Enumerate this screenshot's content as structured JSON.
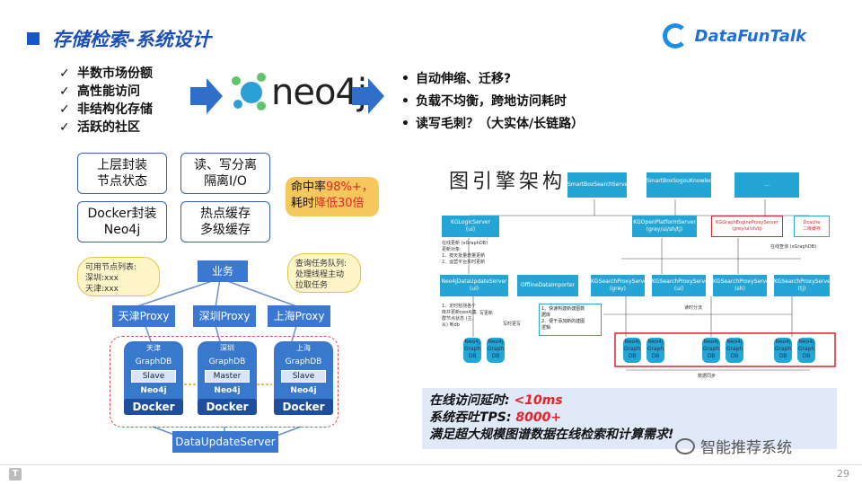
{
  "header": {
    "title": "存储检索-系统设计",
    "brand": "DataFunTalk"
  },
  "neo4j_reasons": [
    "半数市场份额",
    "高性能访问",
    "非结构化存储",
    "活跃的社区"
  ],
  "check_mark": "✓",
  "logo_text": "neo4j",
  "concerns": [
    "自动伸缩、迁移?",
    "负载不均衡，跨地访问耗时",
    "读写毛刺？（大实体/长链路）"
  ],
  "bullet_mark": "•",
  "strategies": [
    {
      "line1": "上层封装",
      "line2": "节点状态"
    },
    {
      "line1": "读、写分离",
      "line2": "隔离I/O"
    },
    {
      "line1": "Docker封装",
      "line2": "Neo4j"
    },
    {
      "line1": "热点缓存",
      "line2": "多级缓存"
    }
  ],
  "callout": {
    "p1": "命中率",
    "v1": "98%+，",
    "p2": "耗时",
    "v2": "降低30倍"
  },
  "architecture": {
    "cloud_left": [
      "可用节点列表:",
      "深圳:xxx",
      "天津:xxx"
    ],
    "cloud_right": [
      "查询任务队列:",
      "处理线程主动",
      "拉取任务"
    ],
    "service": "业务",
    "proxies": [
      "天津Proxy",
      "深圳Proxy",
      "上海Proxy"
    ],
    "nodes": [
      {
        "city": "天津",
        "graph": "GraphDB",
        "role": "Slave",
        "engine": "Neo4j",
        "docker": "Docker"
      },
      {
        "city": "深圳",
        "graph": "GraphDB",
        "role": "Master",
        "engine": "Neo4j",
        "docker": "Docker"
      },
      {
        "city": "上海",
        "graph": "GraphDB",
        "role": "Slave",
        "engine": "Neo4j",
        "docker": "Docker"
      }
    ],
    "updater": "DataUpdateServer"
  },
  "engine_diagram": {
    "title": "图引擎架构",
    "top": [
      "SmartBoxSearchServer",
      "SmartBoxSogouKnowledgeServer",
      "..."
    ],
    "logic": {
      "name": "KGLogicServer",
      "sub": "(ui)"
    },
    "open": {
      "name": "KGOpenPlatformServer",
      "sub": "(grey/ui/sh/tj)"
    },
    "engine_proxy": {
      "name": "KGGraphEngineProxyServer",
      "sub": "(grey/ui/sh/tj)"
    },
    "dcache": [
      "Dcache",
      "二级缓存"
    ],
    "update": {
      "name": "Neo4jDataUpdateServer",
      "sub": "(ui)"
    },
    "offline": "OfflineDataImporter",
    "search_proxies": [
      {
        "name": "KGSearchProxyServer",
        "sub": "(grey)"
      },
      {
        "name": "KGSearchProxyServer",
        "sub": "(ui)"
      },
      {
        "name": "KGSearchProxyServer",
        "sub": "(sh)"
      },
      {
        "name": "KGSearchProxyServer",
        "sub": "(tj)"
      }
    ],
    "notes": {
      "offline_query": "在线更新 (xGraphDB)",
      "online_query": "在线查询 (xGraphDB)",
      "update_to": "更新对象:",
      "update_ops": [
        "1、按天批量增量更新",
        "2、运营平台实时更新"
      ],
      "scheduled": [
        "1、定时检测各个",
        "库并更新neo4j集",
        "群节点状态 (主、",
        "从) 到db"
      ],
      "import_notes": [
        "1、快速构建新建图数",
        "据库",
        "2、便于添加新的建图",
        "逻辑"
      ],
      "write_label": "写更新",
      "rw_label": "写时更写",
      "read_split": "读时分流",
      "sync": "数据同步"
    },
    "graph_db": "Neo4j Graph DB"
  },
  "stats": {
    "latency_label": "在线访问延时:",
    "latency_value": "<10ms",
    "throughput_label": "系统吞吐TPS:",
    "throughput_value": "8000+",
    "summary": "满足超大规模图谱数据在线检索和计算需求!"
  },
  "watermark": "智能推荐系统",
  "footer": {
    "logo": "T",
    "page": "29"
  },
  "colors": {
    "title": "#1a4fb8",
    "accent": "#3b78d2",
    "highlight": "#e2232a",
    "callout": "#f6c75d",
    "diagram_box": "#23a6d6"
  }
}
